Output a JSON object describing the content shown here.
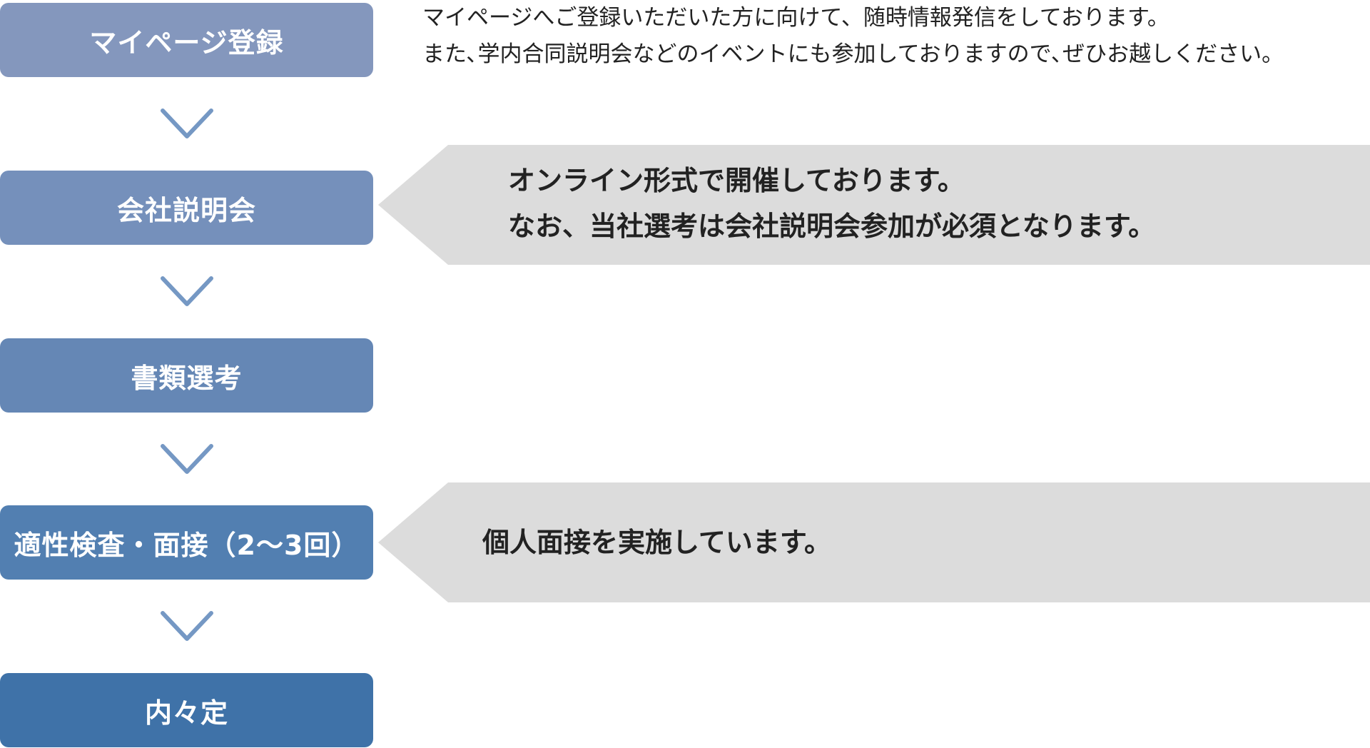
{
  "steps": [
    {
      "label": "マイページ登録",
      "color": "#8497bd"
    },
    {
      "label": "会社説明会",
      "color": "#7590bb"
    },
    {
      "label": "書類選考",
      "color": "#6587b5"
    },
    {
      "label": "適性検査・面接（2〜3回）",
      "color": "#527fb1"
    },
    {
      "label": "内々定",
      "color": "#3f72a8"
    }
  ],
  "notes": {
    "mypage": [
      "マイページへご登録いただいた方に向けて、随時情報発信をしております。",
      "また､学内合同説明会などのイベントにも参加しておりますので､ぜひお越しください。"
    ],
    "seminar": [
      "オンライン形式で開催しております。",
      "なお、当社選考は会社説明会参加が必須となります。"
    ],
    "interview": [
      "個人面接を実施しています。"
    ]
  },
  "colors": {
    "arrow": "#7598c4",
    "callout_bg": "#dcdcdc"
  }
}
